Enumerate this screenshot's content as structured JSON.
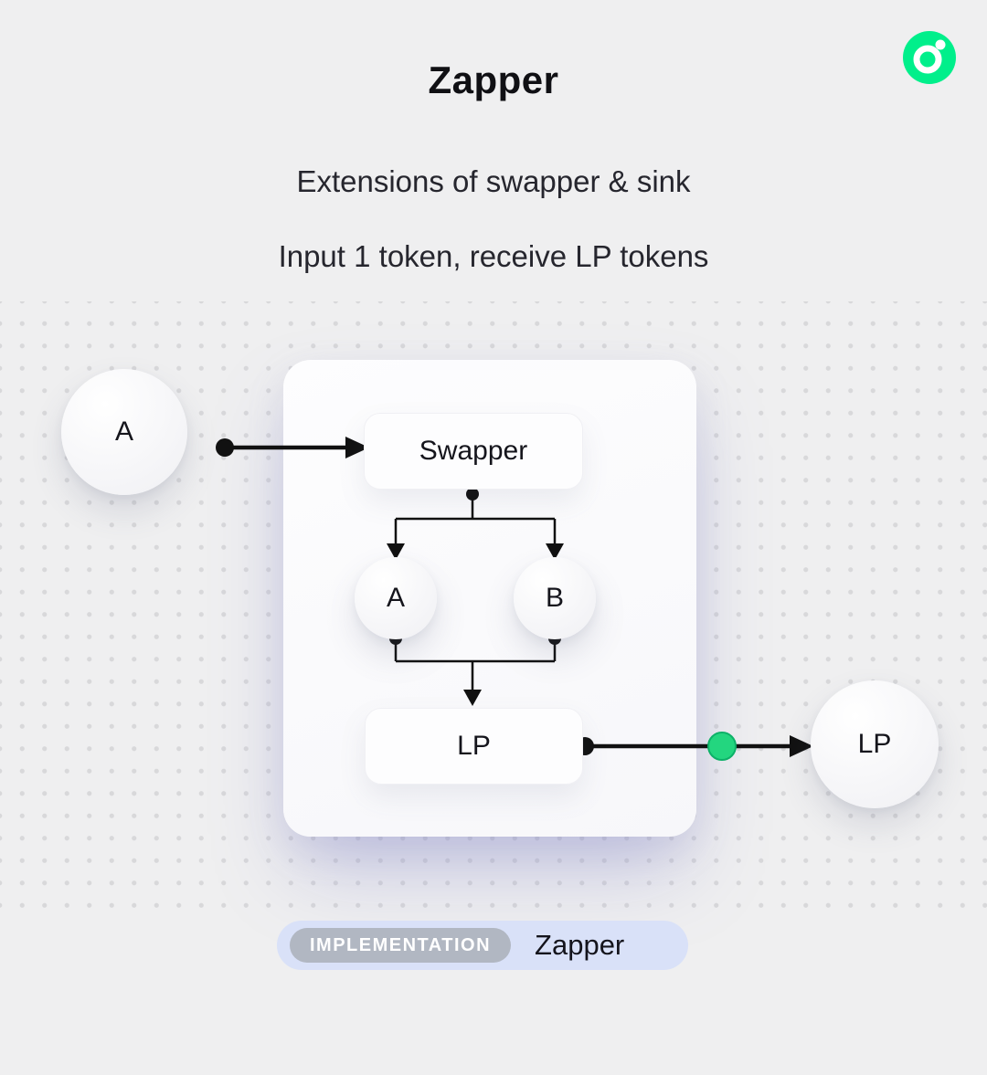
{
  "header": {
    "title": "Zapper",
    "subtitle1": "Extensions of swapper & sink",
    "subtitle2": "Input 1 token, receive LP tokens"
  },
  "logo": {
    "name": "flow-logo",
    "color": "#00EF8B"
  },
  "diagram": {
    "input_node": "A",
    "swapper": "Swapper",
    "token_a": "A",
    "token_b": "B",
    "lp_box": "LP",
    "output_node": "LP"
  },
  "footer": {
    "badge": "IMPLEMENTATION",
    "name": "Zapper"
  },
  "colors": {
    "background": "#EFEFF0",
    "accent_green": "#23D67F",
    "line": "#111111",
    "footer_pill_bg": "#D9E1F8",
    "badge_bg": "#B1B7C2",
    "card_shadow": "#7A7EC7"
  }
}
